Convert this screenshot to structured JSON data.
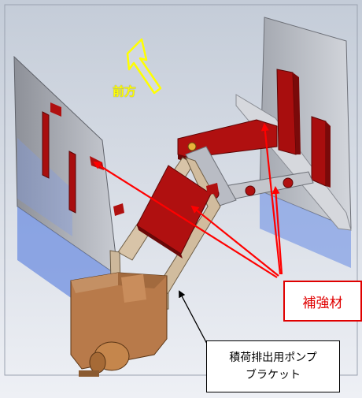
{
  "labels": {
    "front": "前方",
    "reinforcement": "補強材",
    "pump_bracket_line1": "積荷排出用ポンプ",
    "pump_bracket_line2": "ブラケット"
  },
  "colors": {
    "background_top": "#c4ccd8",
    "background_bottom": "#eef0f5",
    "reinforcement_red": "#b01010",
    "arrow_red": "#ff0000",
    "frame_beige": "#d8c4a8",
    "pump_brown": "#b87a4a",
    "blue_panel": "#6f8fe0",
    "front_arrow_yellow": "#ffff00"
  },
  "icons": {
    "front_arrow": "hollow-arrow-up-left-icon"
  }
}
